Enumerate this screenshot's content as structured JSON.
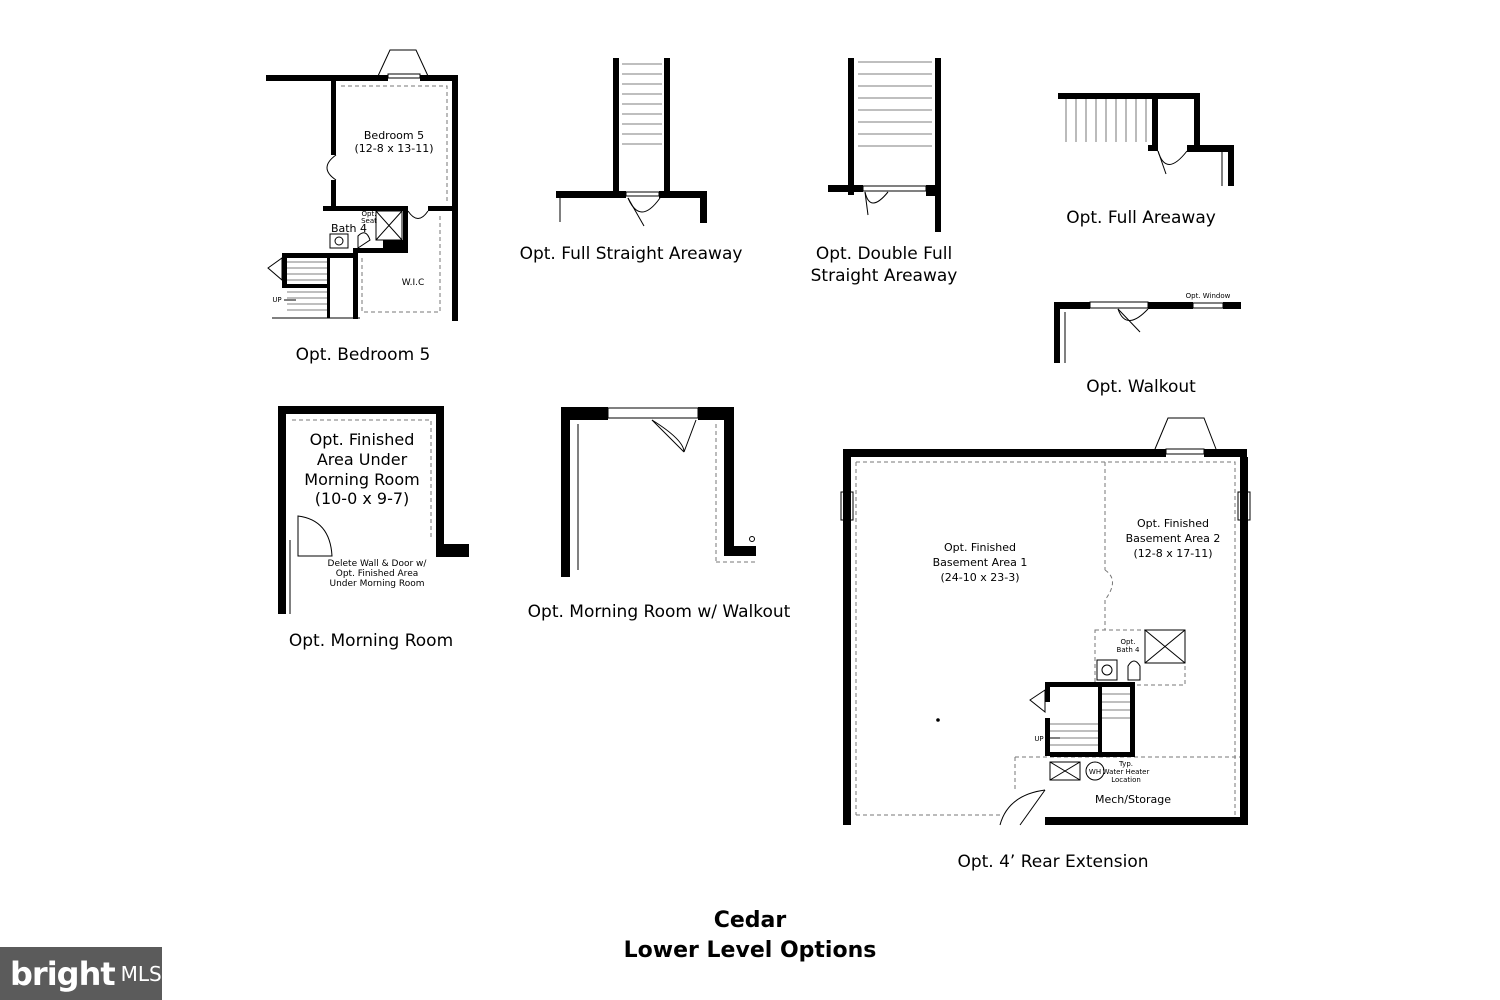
{
  "title": {
    "line1": "Cedar",
    "line2": "Lower Level Options"
  },
  "captions": {
    "bedroom5": "Opt. Bedroom 5",
    "full_straight_areaway": "Opt. Full Straight Areaway",
    "double_full_line1": "Opt. Double Full",
    "double_full_line2": "Straight Areaway",
    "full_areaway": "Opt. Full Areaway",
    "walkout": "Opt. Walkout",
    "morning_room": "Opt. Morning Room",
    "morning_room_walkout": "Opt. Morning Room w/ Walkout",
    "rear_extension": "Opt. 4’ Rear Extension"
  },
  "labels": {
    "bedroom5_name": "Bedroom 5",
    "bedroom5_dims": "(12-8 x 13-11)",
    "bath4": "Bath 4",
    "opt_seat_1": "Opt.",
    "opt_seat_2": "Seat",
    "wic": "W.I.C",
    "up": "UP",
    "opt_window": "Opt. Window",
    "finished_morning_1": "Opt. Finished",
    "finished_morning_2": "Area Under",
    "finished_morning_3": "Morning Room",
    "finished_morning_4": "(10-0 x 9-7)",
    "delete_wall_1": "Delete Wall & Door w/",
    "delete_wall_2": "Opt. Finished Area",
    "delete_wall_3": "Under Morning Room",
    "basement1_1": "Opt. Finished",
    "basement1_2": "Basement Area 1",
    "basement1_3": "(24-10 x 23-3)",
    "basement2_1": "Opt. Finished",
    "basement2_2": "Basement Area 2",
    "basement2_3": "(12-8 x 17-11)",
    "opt_bath4_1": "Opt.",
    "opt_bath4_2": "Bath 4",
    "wh": "WH",
    "water_heater_1": "Typ.",
    "water_heater_2": "Water Heater",
    "water_heater_3": "Location",
    "mech_storage": "Mech/Storage"
  },
  "watermark": {
    "brand": "bright",
    "suffix": "MLS"
  }
}
